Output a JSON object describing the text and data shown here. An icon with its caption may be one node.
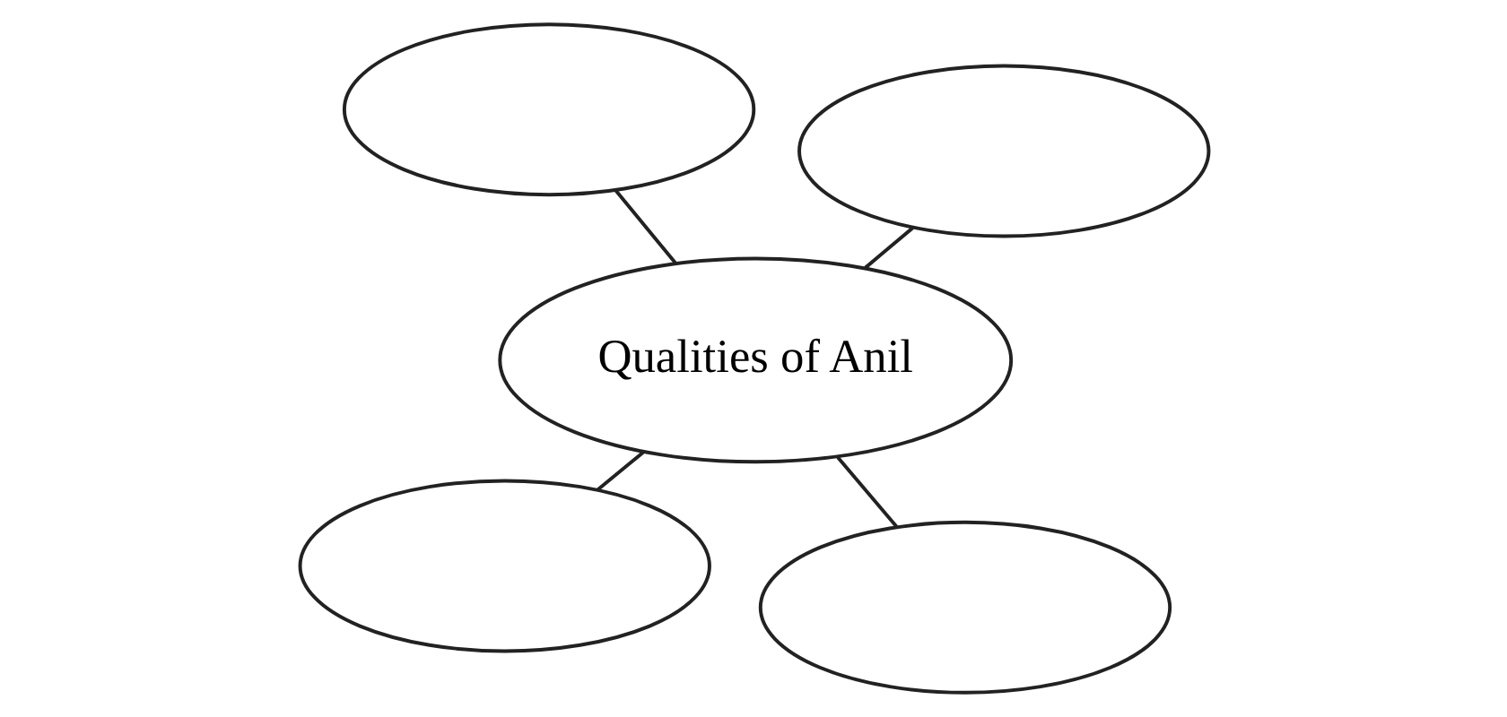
{
  "diagram": {
    "nodes": [
      {
        "text": [],
        "shape": "ellipse"
      },
      {
        "text": [],
        "shape": "ellipse"
      },
      {
        "text": [
          "Qualities of Anil"
        ]
      },
      {
        "text": [],
        "shape": "ellipse"
      },
      {
        "text": [],
        "shape": "ellipse"
      }
    ],
    "edges": [
      {
        "from": 2,
        "to": 0,
        "arrow": "none"
      },
      {
        "from": 2,
        "to": 1,
        "arrow": "none"
      },
      {
        "from": 2,
        "to": 3,
        "arrow": "none"
      },
      {
        "from": 2,
        "to": 4,
        "arrow": "none"
      }
    ]
  }
}
